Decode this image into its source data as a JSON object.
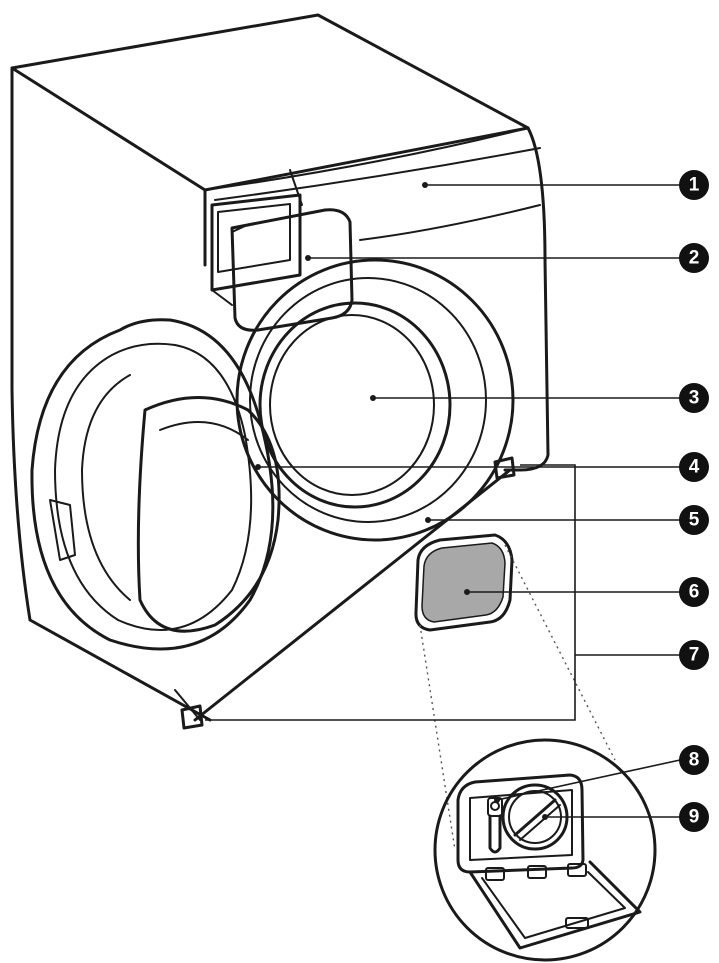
{
  "callouts": [
    {
      "number": "1",
      "part": "cabinet-top"
    },
    {
      "number": "2",
      "part": "detergent-drawer"
    },
    {
      "number": "3",
      "part": "drum"
    },
    {
      "number": "4",
      "part": "door"
    },
    {
      "number": "5",
      "part": "door-seal"
    },
    {
      "number": "6",
      "part": "filter-cover"
    },
    {
      "number": "7",
      "part": "leveling-feet"
    },
    {
      "number": "8",
      "part": "emergency-drain-tube"
    },
    {
      "number": "9",
      "part": "debris-filter"
    }
  ],
  "colors": {
    "outline": "#1a1a1a",
    "badge": "#111111",
    "filter_panel": "#a8a8a8"
  }
}
